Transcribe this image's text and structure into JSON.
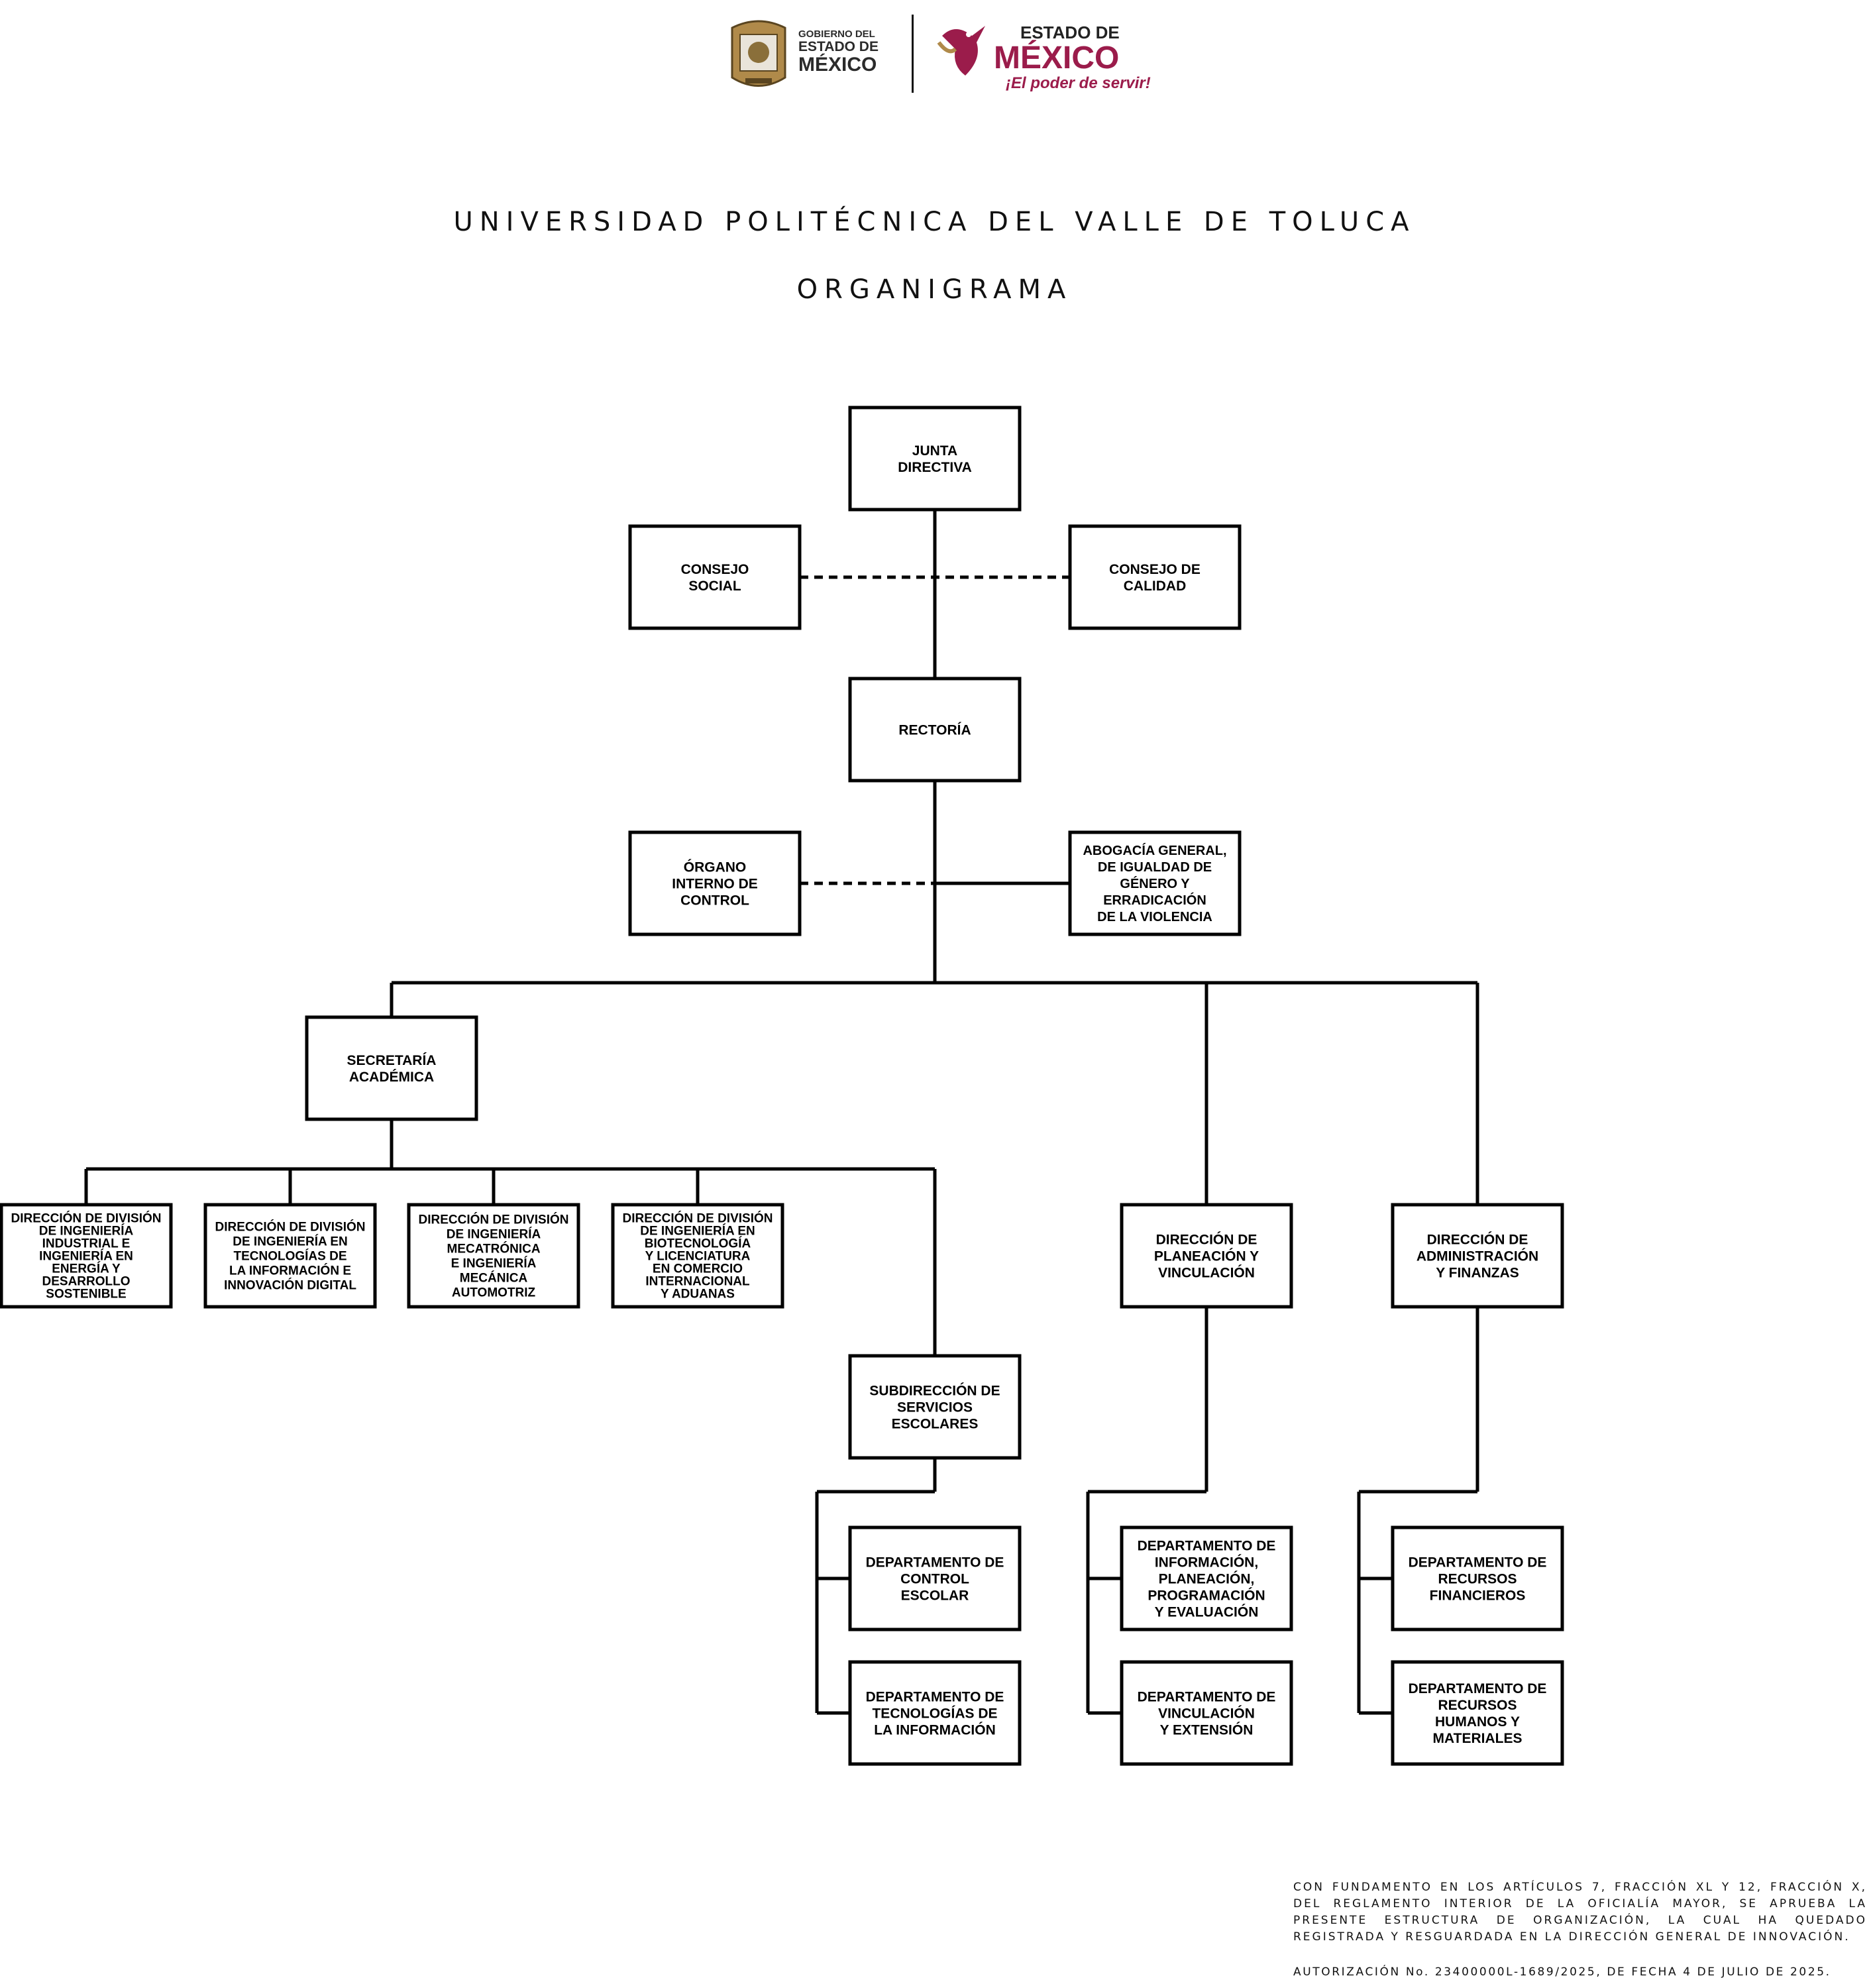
{
  "header": {
    "logo_gob": {
      "line1": "GOBIERNO DEL",
      "line2": "ESTADO DE",
      "line3": "MÉXICO",
      "icon": "coat-of-arms-icon"
    },
    "logo_edomex": {
      "line1": "ESTADO DE",
      "line2": "MÉXICO",
      "slogan": "¡El poder de servir!",
      "icon": "hummingbird-icon"
    },
    "title": "UNIVERSIDAD POLITÉCNICA DEL VALLE DE TOLUCA",
    "subtitle": "ORGANIGRAMA"
  },
  "colors": {
    "line": "#000000",
    "box_fill": "#ffffff",
    "brand_maroon": "#9b1c4b",
    "brand_gold": "#b08a4a"
  },
  "nodes": [
    {
      "id": "junta",
      "lines": [
        "JUNTA",
        "DIRECTIVA"
      ]
    },
    {
      "id": "consejo_social",
      "lines": [
        "CONSEJO",
        "SOCIAL"
      ]
    },
    {
      "id": "consejo_calidad",
      "lines": [
        "CONSEJO DE",
        "CALIDAD"
      ]
    },
    {
      "id": "rectoria",
      "lines": [
        "RECTORÍA"
      ]
    },
    {
      "id": "organo",
      "lines": [
        "ÓRGANO",
        "INTERNO DE",
        "CONTROL"
      ]
    },
    {
      "id": "abogacia",
      "lines": [
        "ABOGACÍA GENERAL,",
        "DE IGUALDAD DE",
        "GÉNERO Y",
        "ERRADICACIÓN",
        "DE LA VIOLENCIA"
      ]
    },
    {
      "id": "secretaria",
      "lines": [
        "SECRETARÍA",
        "ACADÉMICA"
      ]
    },
    {
      "id": "div_energia",
      "lines": [
        "DIRECCIÓN DE DIVISIÓN",
        "DE INGENIERÍA",
        "INDUSTRIAL E",
        "INGENIERÍA EN",
        "ENERGÍA Y",
        "DESARROLLO",
        "SOSTENIBLE"
      ]
    },
    {
      "id": "div_tic",
      "lines": [
        "DIRECCIÓN DE DIVISIÓN",
        "DE INGENIERÍA EN",
        "TECNOLOGÍAS DE",
        "LA INFORMACIÓN E",
        "INNOVACIÓN DIGITAL"
      ]
    },
    {
      "id": "div_meca",
      "lines": [
        "DIRECCIÓN DE DIVISIÓN",
        "DE INGENIERÍA",
        "MECATRÓNICA",
        "E INGENIERÍA",
        "MECÁNICA",
        "AUTOMOTRIZ"
      ]
    },
    {
      "id": "div_bio",
      "lines": [
        "DIRECCIÓN DE DIVISIÓN",
        "DE INGENIERÍA EN",
        "BIOTECNOLOGÍA",
        "Y LICENCIATURA",
        "EN COMERCIO",
        "INTERNACIONAL",
        "Y ADUANAS"
      ]
    },
    {
      "id": "dir_planeacion",
      "lines": [
        "DIRECCIÓN DE",
        "PLANEACIÓN Y",
        "VINCULACIÓN"
      ]
    },
    {
      "id": "dir_admin",
      "lines": [
        "DIRECCIÓN DE",
        "ADMINISTRACIÓN",
        "Y FINANZAS"
      ]
    },
    {
      "id": "sub_servicios",
      "lines": [
        "SUBDIRECCIÓN DE",
        "SERVICIOS",
        "ESCOLARES"
      ]
    },
    {
      "id": "dep_control",
      "lines": [
        "DEPARTAMENTO DE",
        "CONTROL",
        "ESCOLAR"
      ]
    },
    {
      "id": "dep_ti",
      "lines": [
        "DEPARTAMENTO DE",
        "TECNOLOGÍAS DE",
        "LA INFORMACIÓN"
      ]
    },
    {
      "id": "dep_info",
      "lines": [
        "DEPARTAMENTO DE",
        "INFORMACIÓN,",
        "PLANEACIÓN,",
        "PROGRAMACIÓN",
        "Y EVALUACIÓN"
      ]
    },
    {
      "id": "dep_vinc",
      "lines": [
        "DEPARTAMENTO DE",
        "VINCULACIÓN",
        "Y EXTENSIÓN"
      ]
    },
    {
      "id": "dep_fin",
      "lines": [
        "DEPARTAMENTO DE",
        "RECURSOS",
        "FINANCIEROS"
      ]
    },
    {
      "id": "dep_rh",
      "lines": [
        "DEPARTAMENTO DE",
        "RECURSOS",
        "HUMANOS Y",
        "MATERIALES"
      ]
    }
  ],
  "footer": {
    "note": "CON FUNDAMENTO EN LOS ARTÍCULOS 7, FRACCIÓN XL Y 12, FRACCIÓN X, DEL REGLAMENTO INTERIOR DE LA OFICIALÍA MAYOR, SE APRUEBA LA PRESENTE ESTRUCTURA DE ORGANIZACIÓN, LA CUAL HA QUEDADO REGISTRADA Y RESGUARDADA EN LA DIRECCIÓN GENERAL DE INNOVACIÓN.",
    "authorization": "AUTORIZACIÓN No. 23400000L-1689/2025, DE FECHA 4 DE JULIO DE 2025."
  }
}
